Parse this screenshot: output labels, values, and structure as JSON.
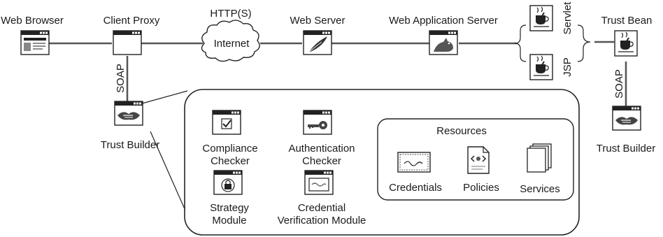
{
  "nodes": {
    "web_browser": "Web Browser",
    "client_proxy": "Client Proxy",
    "protocol": "HTTP(S)",
    "internet": "Internet",
    "web_server": "Web Server",
    "web_app_server": "Web Application Server",
    "servlet": "Servlet",
    "jsp": "JSP",
    "trust_bean": "Trust Bean",
    "soap_left": "SOAP",
    "soap_right": "SOAP",
    "trust_builder_left": "Trust Builder",
    "trust_builder_right": "Trust Builder"
  },
  "detail": {
    "compliance_checker": [
      "Compliance",
      "Checker"
    ],
    "authentication_checker": [
      "Authentication",
      "Checker"
    ],
    "strategy_module": [
      "Strategy",
      "Module"
    ],
    "credential_verification_module": [
      "Credential",
      "Verification Module"
    ],
    "resources": {
      "title": "Resources",
      "credentials": "Credentials",
      "policies": "Policies",
      "services": "Services"
    }
  },
  "icons": {
    "web_browser": "browser-window-icon",
    "client_proxy": "blank-window-icon",
    "internet": "cloud-icon",
    "web_server": "feather-window-icon",
    "web_app_server": "cat-window-icon",
    "servlet": "java-cup-icon",
    "jsp": "java-cup-icon",
    "trust_bean": "java-cup-icon",
    "trust_builder": "handshake-window-icon",
    "compliance_checker": "checkbox-window-icon",
    "authentication_checker": "key-window-icon",
    "strategy_module": "lock-window-icon",
    "credential_verification_module": "certificate-window-icon",
    "credentials": "certificate-icon",
    "policies": "document-icon",
    "services": "stacked-pages-icon"
  }
}
